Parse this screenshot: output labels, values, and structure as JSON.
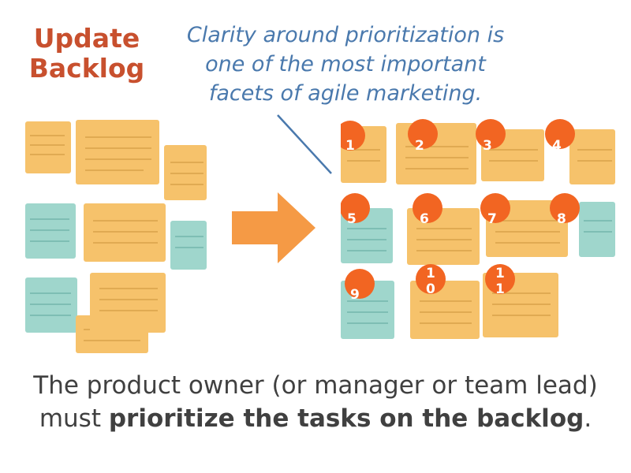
{
  "slide": {
    "title": "Update Backlog",
    "callout": "Clarity around prioritization is one of the most important facets of agile marketing.",
    "body": {
      "part1": "The product owner (or manager or team lead) must ",
      "bold": "prioritize the tasks on the backlog",
      "part2": "."
    },
    "priority_badges": [
      "1",
      "2",
      "3",
      "4",
      "5",
      "6",
      "7",
      "8",
      "9",
      "10",
      "11"
    ]
  },
  "colors": {
    "title": "#c8502e",
    "callout": "#4a79ad",
    "body_text": "#404040",
    "sticky_orange": "#f6c26b",
    "sticky_teal": "#9fd6cc",
    "arrow": "#f59a45",
    "badge": "#f26522"
  }
}
